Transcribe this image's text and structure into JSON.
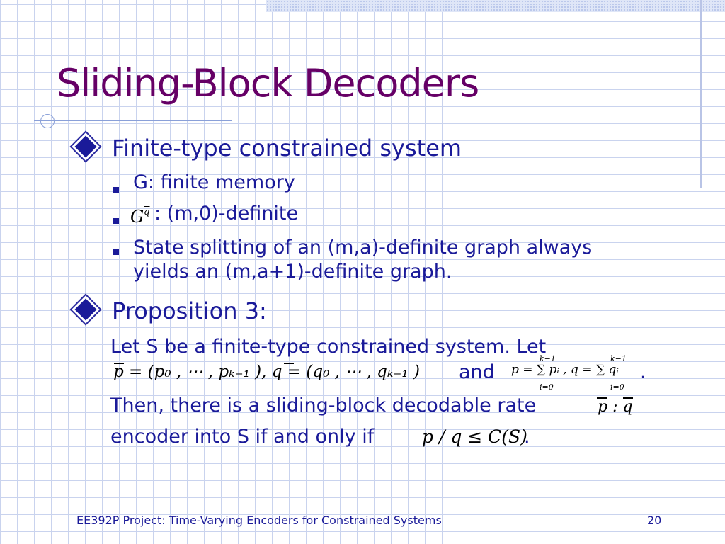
{
  "slide": {
    "title": "Sliding-Block Decoders",
    "bullet1": "Finite-type constrained system",
    "sub1": "G: finite memory",
    "sub2_tail": ": (m,0)-definite",
    "sub3_line1": "State splitting of an (m,a)-definite graph always",
    "sub3_line2": "yields an (m,a+1)-definite graph.",
    "bullet2": "Proposition 3:",
    "prop_line1": "Let S be a finite-type constrained system. Let",
    "prop_and": "and",
    "prop_line3": "Then, there is a sliding-block decodable rate",
    "prop_line4": "encoder into S if and only if",
    "period": ".",
    "footer_left": "EE392P Project: Time-Varying Encoders for Constrained Systems",
    "footer_right": "20"
  },
  "math": {
    "g_letter": "G",
    "g_sup": "q",
    "p_vector": "p = (p₀ , ⋯ , pₖ₋₁ ), q = (q₀ , ⋯ , qₖ₋₁ )",
    "sum_p": "p = ∑ pᵢ , q = ∑ qᵢ",
    "sum_upper": "k−1",
    "sum_lower": "i=0",
    "rate": "p : q",
    "condition": "p / q ≤ C(S)"
  },
  "colors": {
    "title": "#660066",
    "body": "#1a1a99",
    "grid": "#c9d3ee"
  }
}
